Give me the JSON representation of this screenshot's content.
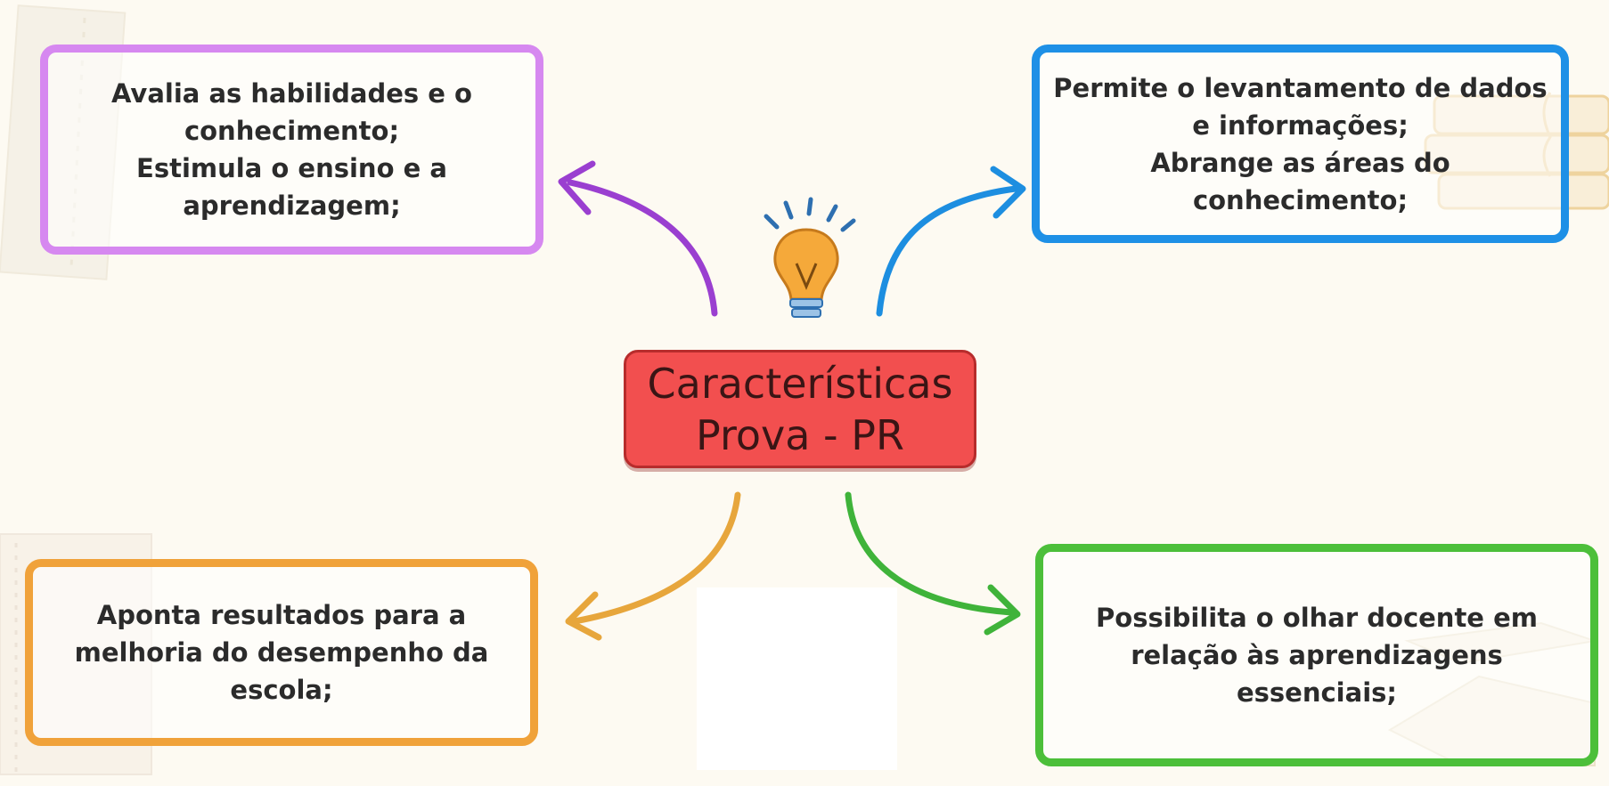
{
  "center": {
    "line1": "Características",
    "line2": "Prova - PR",
    "color": "#f24f4f"
  },
  "nodes": {
    "top_left": {
      "lines": [
        "Avalia as habilidades e o",
        "conhecimento;",
        "Estimula o ensino e a",
        "aprendizagem;"
      ],
      "color": "#d688f0"
    },
    "top_right": {
      "lines": [
        "Permite o levantamento de dados",
        "e informações;",
        "Abrange as áreas do",
        "conhecimento;"
      ],
      "color": "#1e90e6"
    },
    "bottom_left": {
      "lines": [
        "Aponta resultados para a",
        "melhoria do desempenho da",
        "escola;"
      ],
      "color": "#f0a23a"
    },
    "bottom_right": {
      "lines": [
        "Possibilita o olhar docente em",
        "relação às aprendizagens",
        "essenciais;"
      ],
      "color": "#4cbf3a"
    }
  },
  "arrows": {
    "top_left": "#9a3fd0",
    "top_right": "#1d8ee0",
    "bottom_left": "#e7a63c",
    "bottom_right": "#3fb33a"
  },
  "icon": "lightbulb-icon"
}
